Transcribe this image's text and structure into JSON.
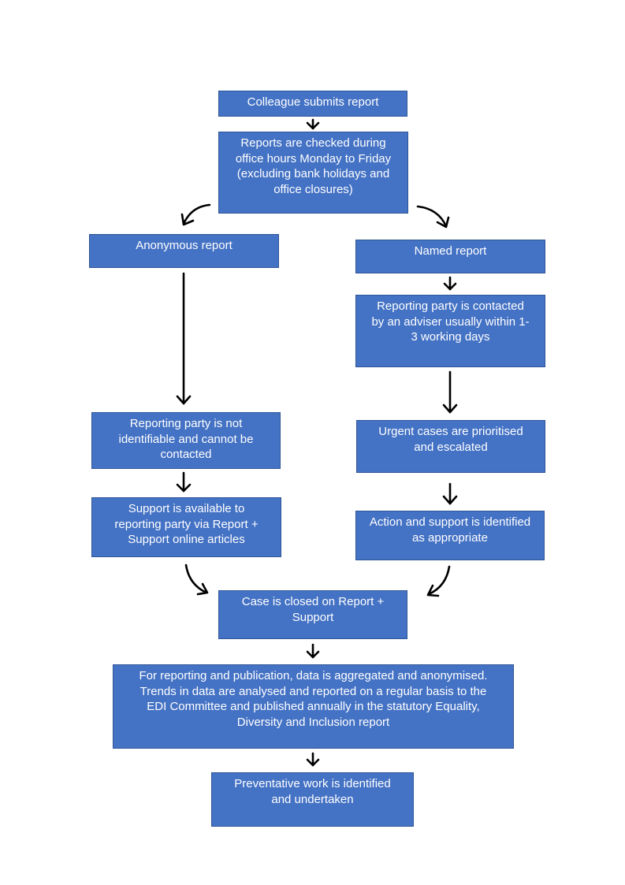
{
  "nodes": {
    "submit": "Colleague submits report",
    "checked": "Reports are checked during\noffice hours Monday to Friday\n(excluding bank holidays and\noffice closures)",
    "anonymous": "Anonymous  report",
    "named": "Named report",
    "contacted": "Reporting party is contacted\nby an adviser usually within 1-\n3 working days",
    "not_identifiable": "Reporting party is not\nidentifiable and cannot be\ncontacted",
    "urgent": "Urgent cases are prioritised\nand escalated",
    "support_online": "Support is available to\nreporting party via Report +\nSupport online articles",
    "action_support": "Action and support is identified\nas appropriate",
    "closed": "Case is closed on Report +\nSupport",
    "aggregated": "For reporting and publication, data is aggregated and anonymised.\nTrends in data are analysed and reported on a regular basis to the\nEDI Committee and published annually  in the statutory  Equality,\nDiversity and Inclusion  report",
    "preventative": "Preventative  work is identified\nand undertaken"
  }
}
